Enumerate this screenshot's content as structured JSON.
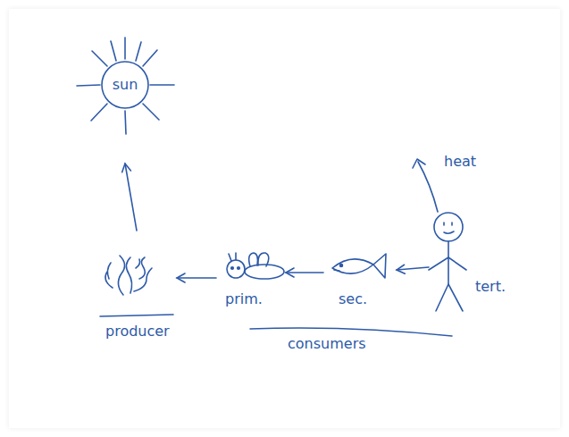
{
  "diagram": {
    "nodes": [
      {
        "text": [
          "sun"
        ]
      },
      {
        "text": [
          "producer"
        ]
      },
      {
        "text": [
          "prim."
        ]
      },
      {
        "text": [
          "sec."
        ]
      },
      {
        "text": [
          "tert."
        ]
      }
    ],
    "edges": [
      {
        "from": 1,
        "to": 0,
        "arrow": "to"
      },
      {
        "from": 2,
        "to": 1,
        "arrow": "to"
      },
      {
        "from": 3,
        "to": 2,
        "arrow": "to"
      },
      {
        "from": 4,
        "to": 3,
        "arrow": "to"
      }
    ],
    "labels": [
      "heat",
      "consumers"
    ]
  }
}
